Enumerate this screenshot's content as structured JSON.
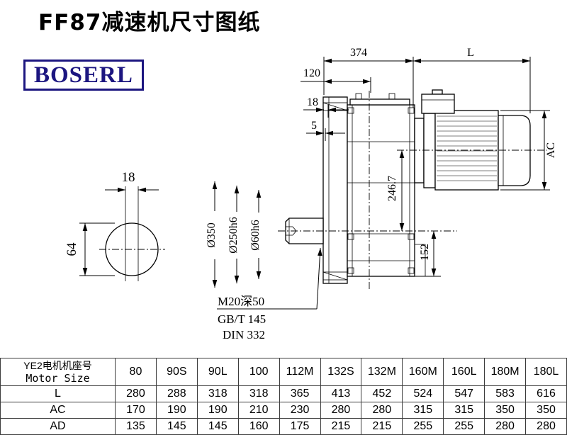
{
  "page": {
    "title": "FF87减速机尺寸图纸",
    "logo": "BOSERL",
    "logo_color": "#1c1680"
  },
  "dimensions": {
    "top_width": "374",
    "motor_length": "L",
    "d120": "120",
    "d18": "18",
    "d5": "5",
    "ac": "AC",
    "d246_7": "246.7",
    "d152": "152",
    "flange_dia": "Ø350",
    "spigot_dia": "Ø250h6",
    "shaft_dia": "Ø60h6",
    "key_width": "18",
    "shaft_flat": "64",
    "tap": "M20深50",
    "tap_std1": "GB/T 145",
    "tap_std2": "DIN 332"
  },
  "table": {
    "motor_label_cn": "YE2电机机座号",
    "motor_label_en": "Motor Size",
    "columns": [
      "80",
      "90S",
      "90L",
      "100",
      "112M",
      "132S",
      "132M",
      "160M",
      "160L",
      "180M",
      "180L"
    ],
    "rows": [
      {
        "label": "L",
        "values": [
          "280",
          "288",
          "318",
          "318",
          "365",
          "413",
          "452",
          "524",
          "547",
          "583",
          "616"
        ]
      },
      {
        "label": "AC",
        "values": [
          "170",
          "190",
          "190",
          "210",
          "230",
          "280",
          "280",
          "315",
          "315",
          "350",
          "350"
        ]
      },
      {
        "label": "AD",
        "values": [
          "135",
          "145",
          "145",
          "160",
          "175",
          "215",
          "215",
          "255",
          "255",
          "280",
          "280"
        ]
      }
    ]
  }
}
